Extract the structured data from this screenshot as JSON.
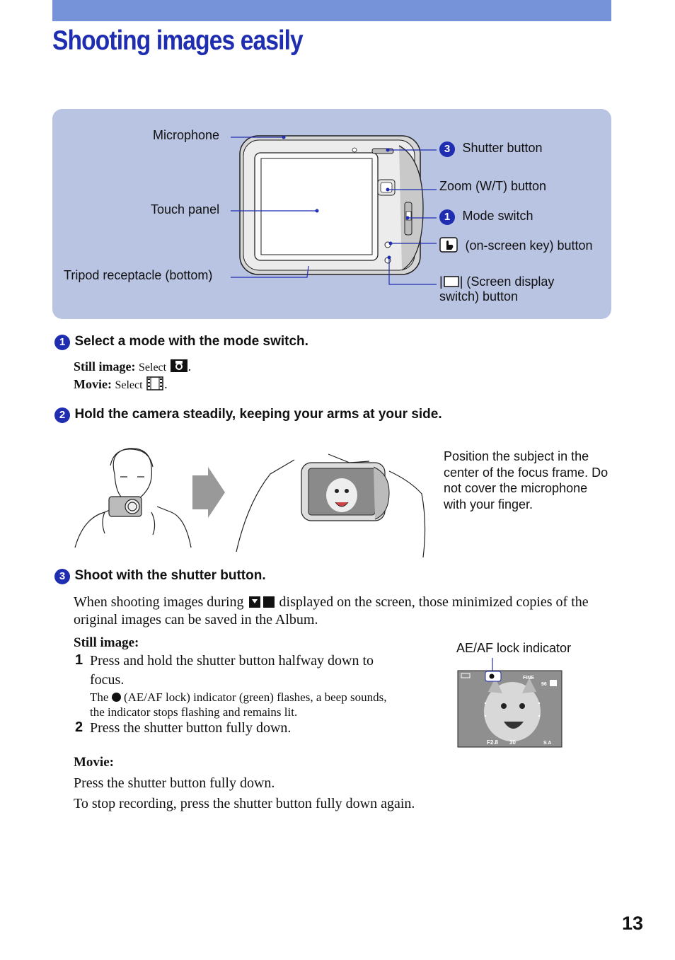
{
  "header": {
    "title": "Shooting images easily"
  },
  "diagram": {
    "labels": {
      "microphone": "Microphone",
      "touch_panel": "Touch panel",
      "tripod": "Tripod receptacle (bottom)",
      "shutter": "Shutter button",
      "shutter_num": "3",
      "zoom": "Zoom (W/T) button",
      "mode_switch": "Mode switch",
      "mode_num": "1",
      "onscreen_key": "(on-screen key) button",
      "screen_display_1": "| (Screen display",
      "screen_display_2": "switch) button"
    }
  },
  "step1": {
    "num": "1",
    "title": "Select a mode with the mode switch.",
    "still_label": "Still image:",
    "still_text": "Select",
    "movie_label": "Movie:",
    "movie_text": "Select"
  },
  "step2": {
    "num": "2",
    "title": "Hold the camera steadily, keeping your arms at your side.",
    "note": "Position the subject in the center of the focus frame. Do not cover the microphone with your finger."
  },
  "step3": {
    "num": "3",
    "title": "Shoot with the shutter button.",
    "intro_a": "When shooting images during",
    "intro_b": "displayed on the screen, those minimized copies of the",
    "intro_c": "original images can be saved in the Album.",
    "still_label": "Still image:",
    "s1_num": "1",
    "s1_line1": "Press and hold the shutter button halfway down to",
    "s1_line2": "focus.",
    "s1_note1_a": "The",
    "s1_note1_b": "(AE/AF lock) indicator (green) flashes, a beep sounds,",
    "s1_note2": "the indicator stops flashing and remains lit.",
    "s2_num": "2",
    "s2_text": "Press the shutter button fully down.",
    "movie_label": "Movie:",
    "movie_line1": "Press the shutter button fully down.",
    "movie_line2": "To stop recording, press the shutter button fully down again.",
    "indicator_label": "AE/AF lock indicator",
    "screen": {
      "fine": "FINE",
      "count": "96",
      "aperture": "F2.8",
      "shutter": "30",
      "iso": "S A"
    }
  },
  "page_number": "13"
}
